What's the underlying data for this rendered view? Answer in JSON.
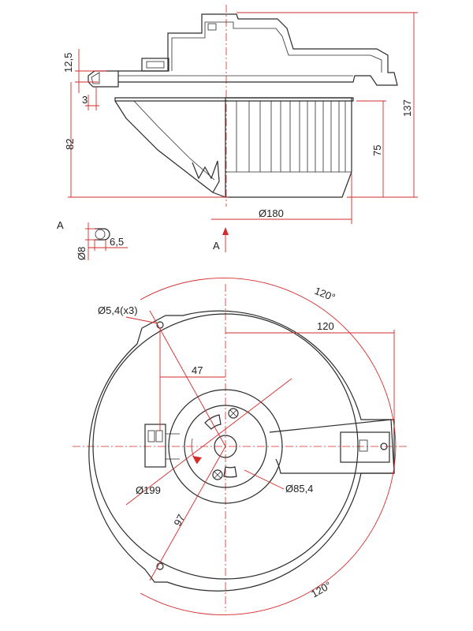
{
  "accent_color": "#d42b2b",
  "line_color": "#2b2b2b",
  "side_view": {
    "dim_top_flange": "12,5",
    "dim_lip": "3",
    "dim_body_height": "82",
    "dim_wheel_height": "75",
    "dim_total_height": "137",
    "dim_wheel_diameter": "Ø180"
  },
  "detail_a": {
    "label": "A",
    "dim_hole": "Ø8",
    "dim_depth": "6,5"
  },
  "view_arrow": {
    "label": "A"
  },
  "top_view": {
    "dim_angle_top": "120°",
    "dim_angle_bottom": "120°",
    "dim_mount_holes": "Ø5,4(x3)",
    "dim_hole_offset": "120",
    "dim_center_offset": "47",
    "dim_flange_diameter": "Ø199",
    "dim_motor_diameter": "Ø85,4",
    "dim_hole_radius": "97"
  }
}
